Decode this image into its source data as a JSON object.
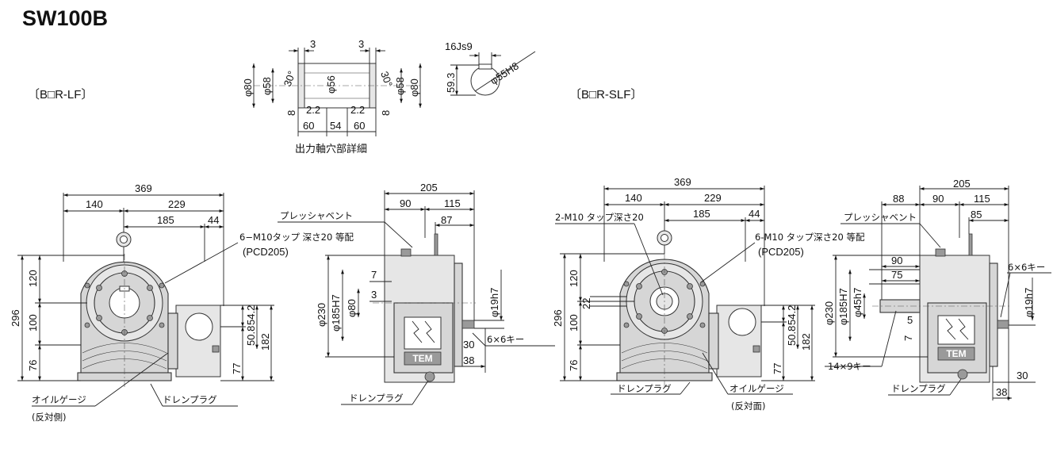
{
  "title": "SW100B",
  "variant_lf": "〔B□R-LF〕",
  "variant_slf": "〔B□R-SLF〕",
  "detail": {
    "caption": "出力軸穴部詳細",
    "d3a": "3",
    "d3b": "3",
    "phi80a": "φ80",
    "phi58a": "φ58",
    "ang30a": "30°",
    "phi56": "φ56",
    "ang30b": "30°",
    "phi58b": "φ58",
    "phi80b": "φ80",
    "d8a": "8",
    "d22a": "2.2",
    "d22b": "2.2",
    "d8b": "8",
    "d60a": "60",
    "d54": "54",
    "d60b": "60"
  },
  "keyway": {
    "js": "16Js9",
    "h8": "φ55H8",
    "d593": "59.3"
  },
  "lf_front": {
    "d369": "369",
    "d140": "140",
    "d229": "229",
    "d185": "185",
    "d44": "44",
    "d296": "296",
    "d120": "120",
    "d100": "100",
    "d76": "76",
    "d50": "50.8",
    "d542": "54.2",
    "d182": "182",
    "d77": "77",
    "tap": "6−M10タップ 深さ20 等配",
    "pcd": "(PCD205)",
    "oil": "オイルゲージ",
    "oil_side": "(反対側)",
    "drain": "ドレンプラグ"
  },
  "lf_side": {
    "d205": "205",
    "d90": "90",
    "d115": "115",
    "d87": "87",
    "vent": "プレッシャベント",
    "phi230": "φ230",
    "phi185": "φ185H7",
    "phi80": "φ80",
    "d7": "7",
    "d3": "3",
    "phi19": "φ19h7",
    "d30": "30",
    "d38": "38",
    "key": "6×6キー",
    "drain": "ドレンプラグ"
  },
  "slf_front": {
    "d369": "369",
    "d140": "140",
    "d229": "229",
    "d185": "185",
    "d44": "44",
    "tap2": "2-M10 タップ深さ20",
    "tap6": "6-M10 タップ深さ20 等配",
    "pcd": "(PCD205)",
    "d296": "296",
    "d120": "120",
    "d100": "100",
    "d76": "76",
    "d22": "22",
    "d50": "50.8",
    "d542": "54.2",
    "d182": "182",
    "d77": "77",
    "drain": "ドレンプラグ",
    "oil": "オイルゲージ",
    "oil_side": "(反対面)"
  },
  "slf_side": {
    "d205": "205",
    "d88": "88",
    "d90": "90",
    "d115": "115",
    "d85": "85",
    "vent": "プレッシャベント",
    "d90b": "90",
    "d75": "75",
    "phi230": "φ230",
    "phi185": "φ185H7",
    "phi45": "φ45h7",
    "d5": "5",
    "d7": "7",
    "key14": "14×9キー",
    "key6": "6×6キー",
    "phi19": "φ19h7",
    "d30": "30",
    "d38": "38",
    "drain": "ドレンプラグ"
  },
  "logo": "TEM"
}
